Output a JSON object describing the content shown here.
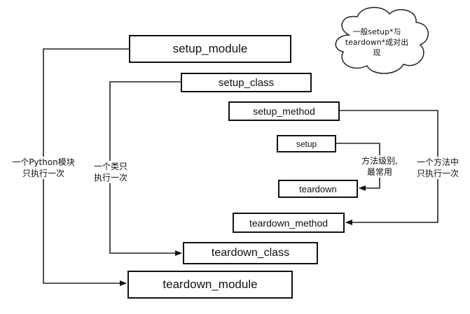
{
  "boxes": {
    "setup_module": "setup_module",
    "setup_class": "setup_class",
    "setup_method": "setup_method",
    "setup": "setup",
    "teardown": "teardown",
    "teardown_method": "teardown_method",
    "teardown_class": "teardown_class",
    "teardown_module": "teardown_module"
  },
  "labels": {
    "module_line1": "一个Python模块",
    "module_line2": "只执行一次",
    "class_line1": "一个类只",
    "class_line2": "执行一次",
    "method_line1": "一个方法中",
    "method_line2": "只执行一次",
    "setup_line1": "方法级别,",
    "setup_line2": "最常用"
  },
  "cloud": {
    "line1": "一般setup*与",
    "line2": "teardown*成对出",
    "line3": "现"
  }
}
